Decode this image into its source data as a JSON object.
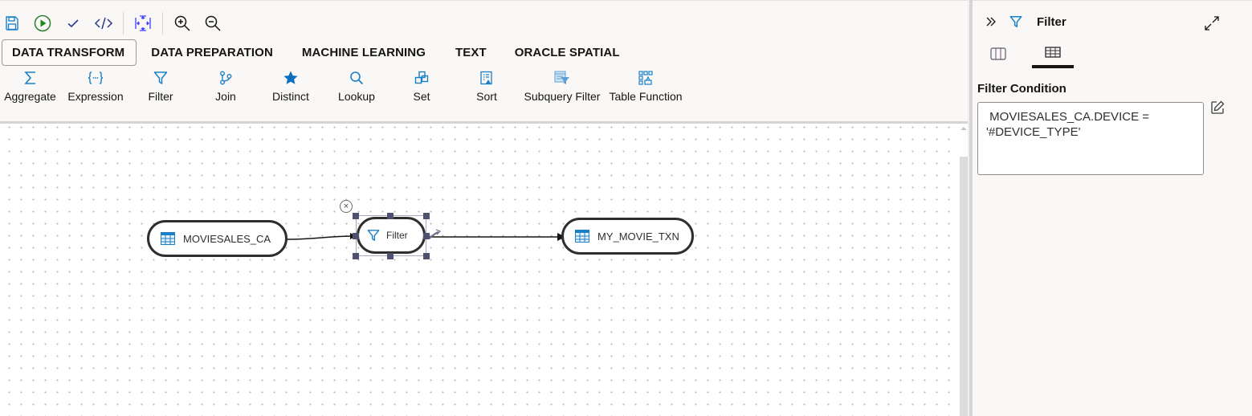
{
  "toolbar": {
    "items": [
      {
        "name": "save",
        "icon": "save-icon"
      },
      {
        "name": "run",
        "icon": "play-icon"
      },
      {
        "name": "validate",
        "icon": "check-icon"
      },
      {
        "name": "code",
        "icon": "code-icon"
      },
      {
        "name": "fit-to-screen",
        "icon": "fit-screen-icon"
      },
      {
        "name": "zoom-in",
        "icon": "zoom-in-icon"
      },
      {
        "name": "zoom-out",
        "icon": "zoom-out-icon"
      }
    ]
  },
  "tabs": [
    {
      "label": "DATA TRANSFORM",
      "active": true
    },
    {
      "label": "DATA PREPARATION",
      "active": false
    },
    {
      "label": "MACHINE LEARNING",
      "active": false
    },
    {
      "label": "TEXT",
      "active": false
    },
    {
      "label": "ORACLE SPATIAL",
      "active": false
    }
  ],
  "palette": [
    {
      "label": "Aggregate",
      "icon": "sigma-icon"
    },
    {
      "label": "Expression",
      "icon": "expression-icon"
    },
    {
      "label": "Filter",
      "icon": "filter-icon"
    },
    {
      "label": "Join",
      "icon": "join-icon"
    },
    {
      "label": "Distinct",
      "icon": "star-icon"
    },
    {
      "label": "Lookup",
      "icon": "search-icon"
    },
    {
      "label": "Set",
      "icon": "set-icon"
    },
    {
      "label": "Sort",
      "icon": "sort-icon"
    },
    {
      "label": "Subquery Filter",
      "icon": "subquery-filter-icon"
    },
    {
      "label": "Table Function",
      "icon": "table-function-icon"
    }
  ],
  "canvas": {
    "nodes": [
      {
        "label": "MOVIESALES_CA",
        "type": "source-table"
      },
      {
        "label": "Filter",
        "type": "filter",
        "selected": true
      },
      {
        "label": "MY_MOVIE_TXN",
        "type": "target-table"
      }
    ]
  },
  "panel": {
    "title": "Filter",
    "tabs": [
      {
        "name": "attributes",
        "icon": "columns-icon",
        "active": false
      },
      {
        "name": "properties",
        "icon": "table-icon",
        "active": true
      }
    ],
    "filter_condition_label": "Filter Condition",
    "filter_condition_value": " MOVIESALES_CA.DEVICE =\n'#DEVICE_TYPE'"
  },
  "colors": {
    "accent": "#1a7fc6",
    "run_green": "#2e7d32",
    "fit_blue": "#4a4aff",
    "node_border": "#2f2e2c",
    "handle": "#4e5170"
  }
}
